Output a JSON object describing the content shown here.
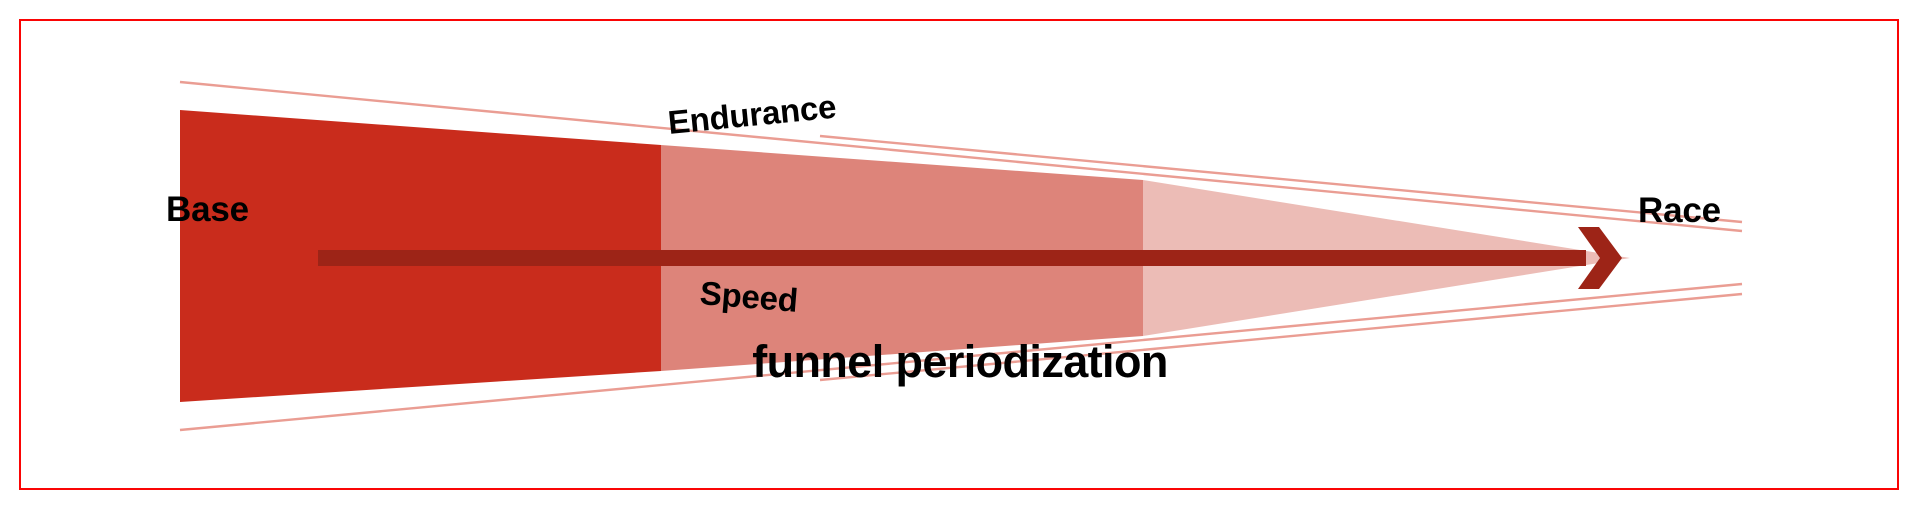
{
  "figure": {
    "caption": "funnel periodization",
    "border_color": "#fa0505",
    "background_color": "#ffffff"
  },
  "labels": {
    "base": "Base",
    "endurance": "Endurance",
    "speed": "Speed",
    "race": "Race"
  },
  "chart_data": {
    "type": "funnel",
    "title": "funnel periodization",
    "orientation": "horizontal-left-to-right",
    "description": "Training periodization funnel narrowing from a broad Base phase through Endurance and Speed work to a single Race point.",
    "categories": [
      "Base",
      "Endurance",
      "Speed",
      "Race"
    ],
    "stages": [
      {
        "name": "Base",
        "order": 1,
        "fill": "#c92c1c",
        "relative_width": 0.33,
        "relative_volume": 1.0
      },
      {
        "name": "Endurance",
        "order": 2,
        "fill": "#dd847a",
        "relative_width": 0.33,
        "relative_volume": 0.62
      },
      {
        "name": "Speed",
        "order": 3,
        "fill": "#ecbcb6",
        "relative_width": 0.34,
        "relative_volume": 0.27
      },
      {
        "name": "Race",
        "order": 4,
        "fill": "#9d2417",
        "relative_width": 0.0,
        "relative_volume": 0.0
      }
    ],
    "arrow": {
      "from": "Base",
      "to": "Race",
      "color": "#9d2417",
      "style": "solid-line-with-chevron-head"
    },
    "guide_lines": {
      "color": "#ea9d93",
      "count": 4,
      "description": "Thin converging guide lines above and below the funnel body"
    },
    "legend": "none",
    "grid": false
  }
}
